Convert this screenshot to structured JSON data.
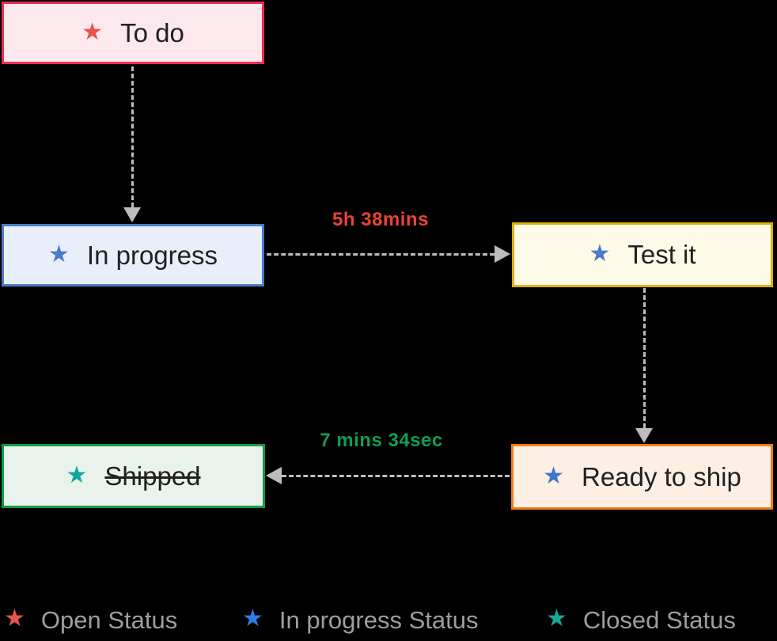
{
  "diagram": {
    "background_color": "#000000",
    "connector_color": "#bdbdbd",
    "node_text_color": "#212121",
    "legend_text_color": "#9e9e9e",
    "star_glyph": "★",
    "nodes": [
      {
        "id": "todo",
        "label": "To do",
        "status": "open",
        "star_color": "#e8544a",
        "border_color": "#ed2c52",
        "background": "#fde8ee",
        "text_style": "normal"
      },
      {
        "id": "in_progress",
        "label": "In progress",
        "status": "in-progress",
        "star_color": "#4a7cc9",
        "border_color": "#4a7bc9",
        "background": "#e9effa",
        "text_style": "normal"
      },
      {
        "id": "test_it",
        "label": "Test it",
        "status": "in-progress",
        "star_color": "#4a7cc9",
        "border_color": "#dfae0c",
        "background": "#fefae8",
        "text_style": "normal"
      },
      {
        "id": "ready_to_ship",
        "label": "Ready to ship",
        "status": "in-progress",
        "star_color": "#3d7ac8",
        "border_color": "#f07d12",
        "background": "#fdefe4",
        "text_style": "normal"
      },
      {
        "id": "shipped",
        "label": "Shipped",
        "status": "closed",
        "star_color": "#14a5a5",
        "border_color": "#0f9d44",
        "background": "#e9f3ec",
        "text_style": "strikethrough"
      }
    ],
    "edges": [
      {
        "from": "todo",
        "to": "in_progress",
        "label": "",
        "label_color": ""
      },
      {
        "from": "in_progress",
        "to": "test_it",
        "label": "5h 38mins",
        "label_color": "#ea4335"
      },
      {
        "from": "test_it",
        "to": "ready_to_ship",
        "label": "",
        "label_color": ""
      },
      {
        "from": "ready_to_ship",
        "to": "shipped",
        "label": "7 mins 34sec",
        "label_color": "#0f9d58"
      }
    ],
    "legend": [
      {
        "label": "Open Status",
        "star_color": "#e8544a"
      },
      {
        "label": "In progress Status",
        "star_color": "#2e7de4"
      },
      {
        "label": "Closed Status",
        "star_color": "#16a89b"
      }
    ]
  }
}
